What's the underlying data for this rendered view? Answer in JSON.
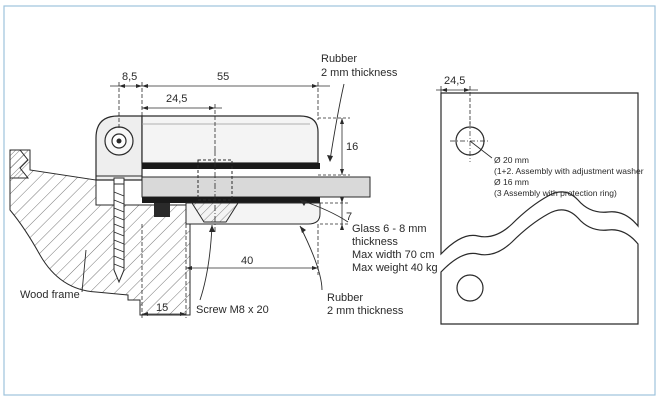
{
  "labels": {
    "rubber_top_1": "Rubber",
    "rubber_top_2": "2 mm thickness",
    "rubber_bottom_1": "Rubber",
    "rubber_bottom_2": "2 mm thickness",
    "glass_1": "Glass 6 - 8 mm",
    "glass_2": "thickness",
    "glass_3": "Max width 70 cm",
    "glass_4": "Max weight 40 kg",
    "wood_frame": "Wood frame",
    "screw": "Screw M8 x 20"
  },
  "dimensions": {
    "d8_5": "8,5",
    "d55": "55",
    "d24_5_left": "24,5",
    "d16": "16",
    "d7": "7",
    "d40": "40",
    "d15": "15",
    "d24_5_right": "24,5"
  },
  "holes_note": {
    "line1": "Ø 20 mm",
    "line2": "(1+2. Assembly with adjustment washer",
    "line3": "Ø 16 mm",
    "line4": "(3 Assembly with protection ring)"
  },
  "colors": {
    "border": "#9ec3dc",
    "line": "#2a2a2a",
    "glass": "#d9d9d9",
    "rubber": "#1a1a1a"
  }
}
